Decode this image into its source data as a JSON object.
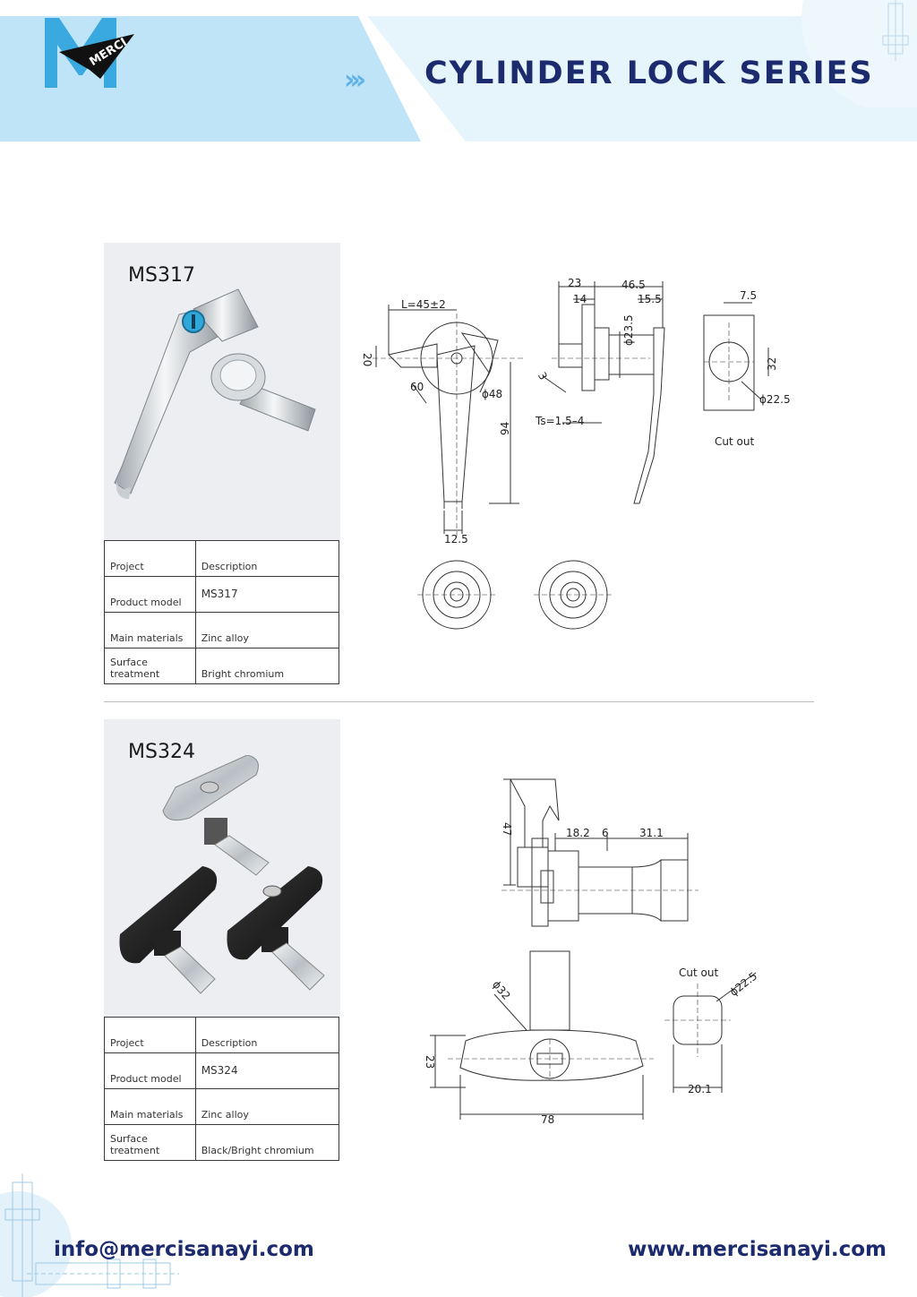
{
  "header": {
    "logo_text": "MERCI",
    "title": "CYLINDER LOCK SERIES",
    "chevrons": "›››"
  },
  "colors": {
    "brand_navy": "#1c2a6e",
    "brand_blue": "#39a9e0",
    "band_light": "#e6f4fc",
    "panel_gray": "#eceef1"
  },
  "products": [
    {
      "model": "MS317",
      "spec": {
        "header_label": "Project",
        "header_value": "Description",
        "rows": [
          {
            "label": "Product model",
            "value": "MS317"
          },
          {
            "label": "Main materials",
            "value": "Zinc alloy"
          },
          {
            "label": "Surface treatment",
            "value": "Bright chromium"
          }
        ]
      },
      "drawing": {
        "dims": {
          "length": "L=45±2",
          "d20": "20",
          "d60": "60",
          "phi48": "ϕ48",
          "d94": "94",
          "d12_5": "12.5",
          "d23": "23",
          "d14": "14",
          "d46_5": "46.5",
          "d15_5": "15.5",
          "phi23_5": "ϕ23.5",
          "d3": "3",
          "ts": "Ts=1.5–4",
          "d7_5": "7.5",
          "d32": "32",
          "phi22_5": "ϕ22.5"
        },
        "cutout_label": "Cut out"
      }
    },
    {
      "model": "MS324",
      "spec": {
        "header_label": "Project",
        "header_value": "Description",
        "rows": [
          {
            "label": "Product model",
            "value": "MS324"
          },
          {
            "label": "Main materials",
            "value": "Zinc alloy"
          },
          {
            "label": "Surface treatment",
            "value": "Black/Bright chromium"
          }
        ]
      },
      "drawing": {
        "dims": {
          "d47": "47",
          "d18_2": "18.2",
          "d6": "6",
          "d31_1": "31.1",
          "phi32": "ϕ32",
          "d23": "23",
          "d78": "78",
          "phi22_5": "ϕ22.5",
          "d20_1": "20.1"
        },
        "cutout_label": "Cut out"
      }
    }
  ],
  "footer": {
    "email": "info@mercisanayi.com",
    "website": "www.mercisanayi.com"
  }
}
